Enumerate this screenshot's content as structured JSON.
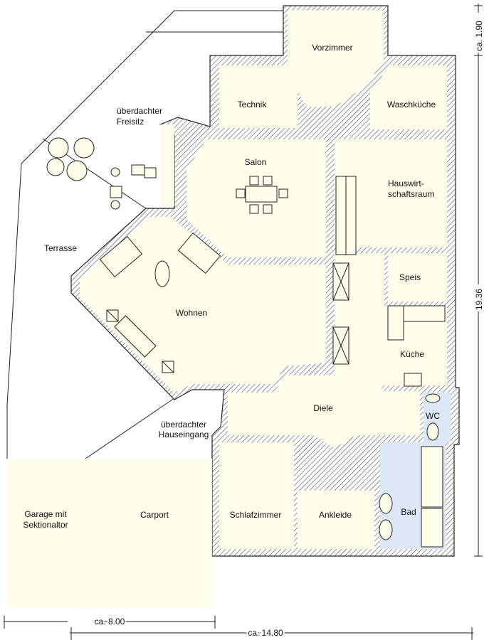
{
  "rooms": {
    "vorzimmer": "Vorzimmer",
    "technik": "Technik",
    "waschkueche": "Waschküche",
    "freisitz_1": "überdachter",
    "freisitz_2": "Freisitz",
    "salon": "Salon",
    "hauswirtschaft_1": "Hauswirt-",
    "hauswirtschaft_2": "schaftsraum",
    "terrasse": "Terrasse",
    "speis": "Speis",
    "wohnen": "Wohnen",
    "kueche": "Küche",
    "diele": "Diele",
    "wc": "WC",
    "hauseingang_1": "überdachter",
    "hauseingang_2": "Hauseingang",
    "garage_1": "Garage mit",
    "garage_2": "Sektionaltor",
    "carport": "Carport",
    "schlafzimmer": "Schlafzimmer",
    "ankleide": "Ankleide",
    "bad": "Bad"
  },
  "dimensions": {
    "top_right": "ca. 1.90",
    "right": "19.36",
    "bottom_short": "ca. 8.00",
    "bottom_long": "ca. 14.80"
  },
  "colors": {
    "room_fill": "#fdfde9",
    "bath_fill": "#dde8f6"
  }
}
